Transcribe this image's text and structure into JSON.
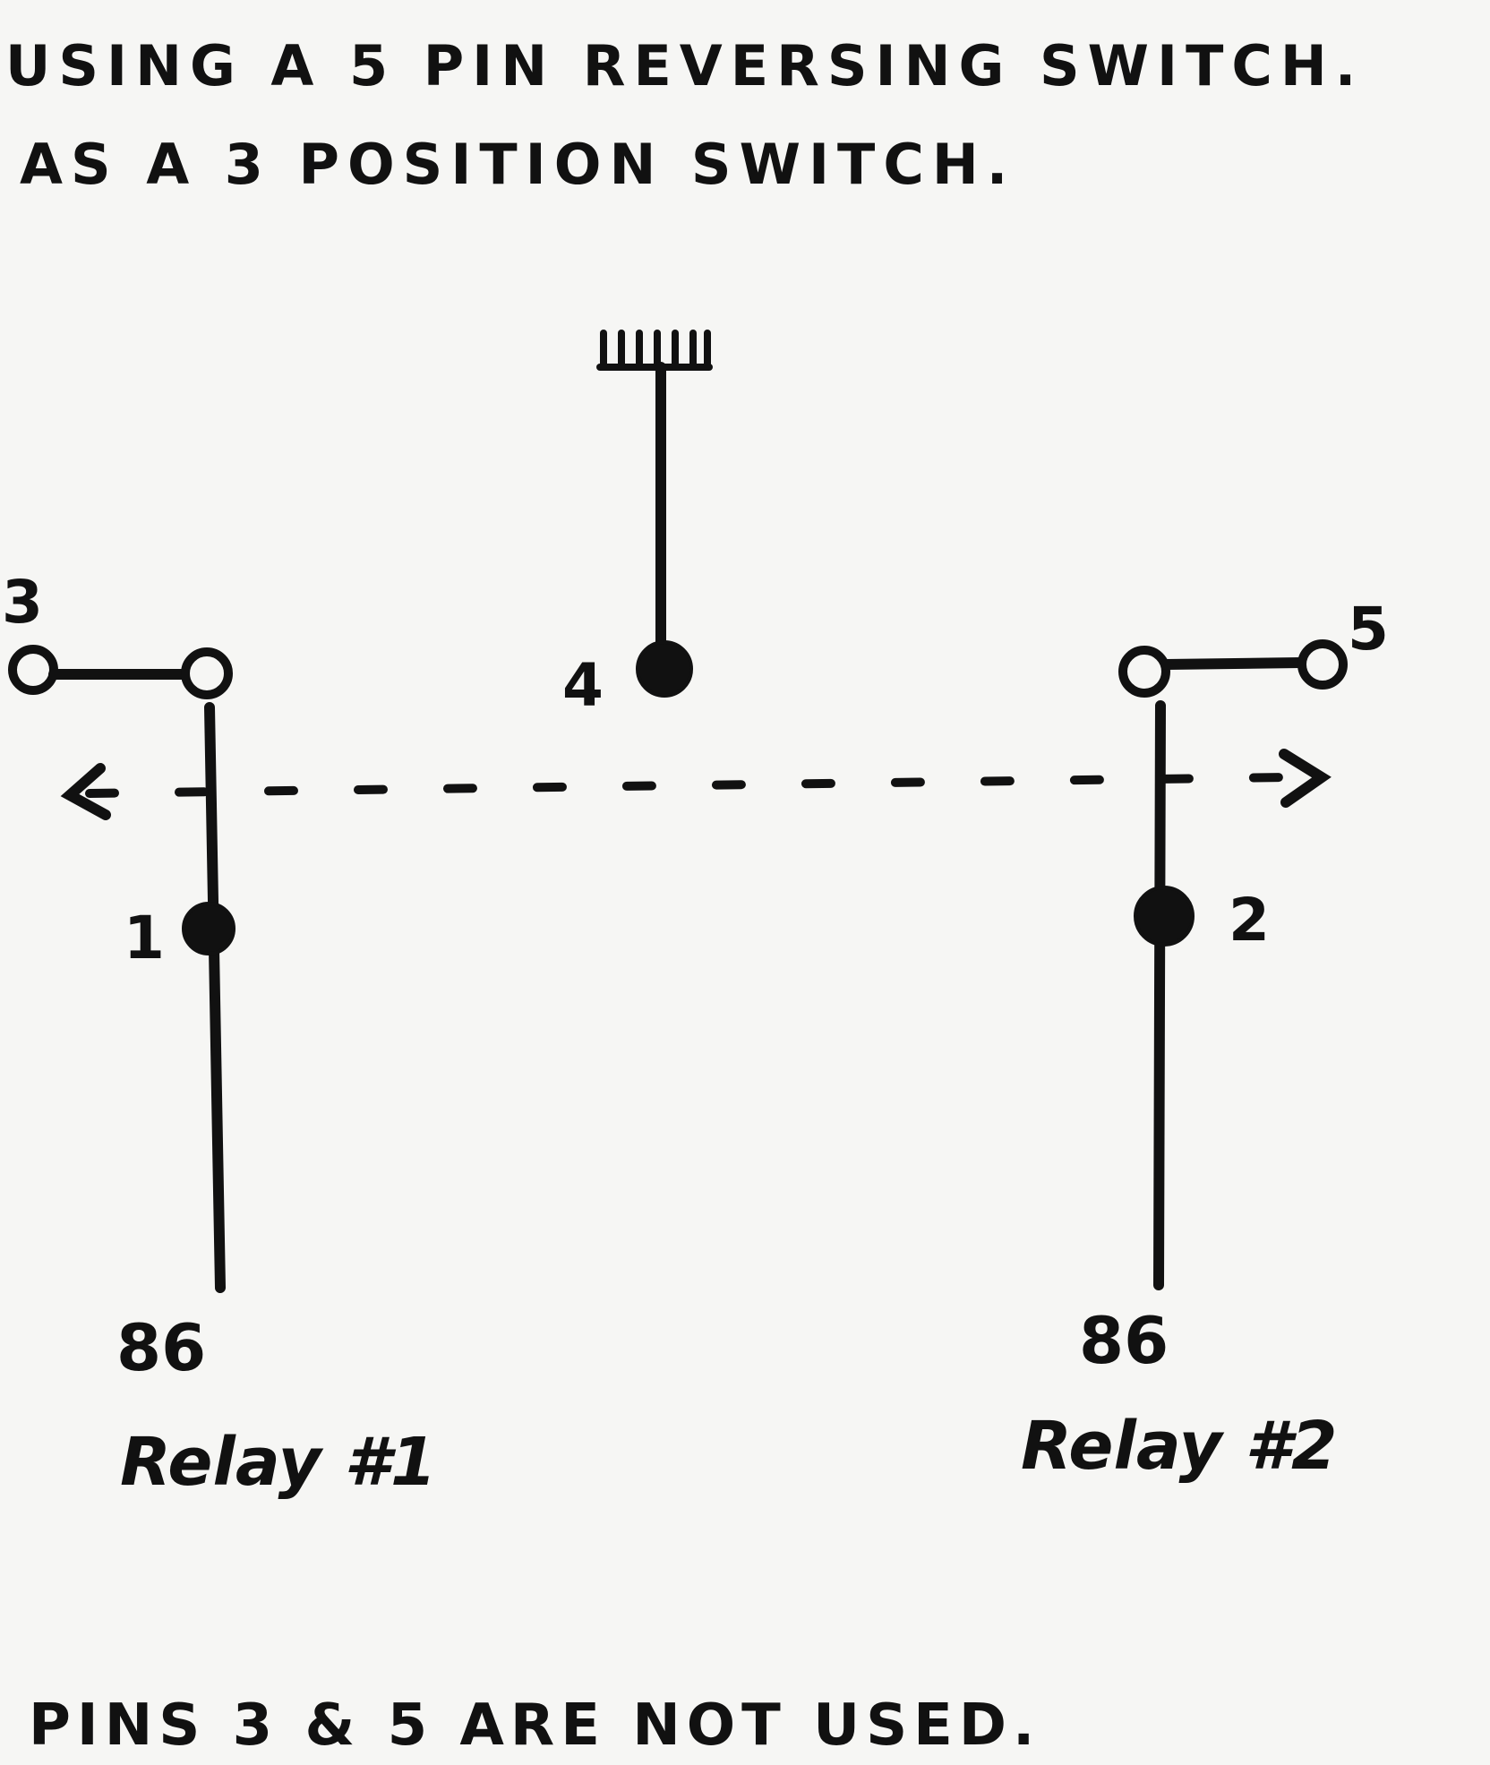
{
  "title": {
    "line1": "USING A 5 PIN REVERSING SWITCH.",
    "line2": "AS A 3 POSITION SWITCH."
  },
  "pins": {
    "pin1": "1",
    "pin2": "2",
    "pin3": "3",
    "pin4": "4",
    "pin5": "5"
  },
  "relays": {
    "left": {
      "terminal": "86",
      "name": "Relay #1"
    },
    "right": {
      "terminal": "86",
      "name": "Relay #2"
    }
  },
  "footer": "PINS 3 & 5 ARE NOT USED."
}
